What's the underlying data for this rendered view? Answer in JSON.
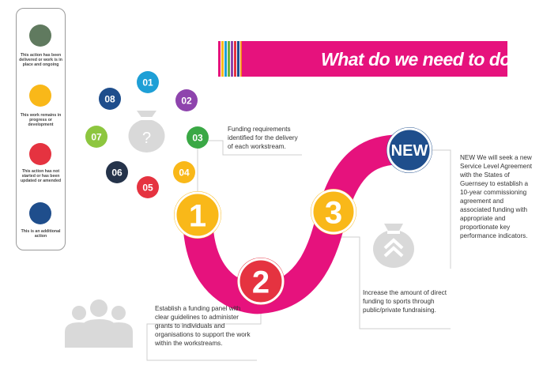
{
  "colors": {
    "pink": "#e6127d",
    "yellow": "#f9b819",
    "green": "#5a7a5a",
    "red": "#e53340",
    "blue": "#1f4e8c",
    "gray": "#d9d9d9"
  },
  "legend": [
    {
      "color": "#607a5f",
      "text": "This action has been delivered or work is in place and ongoing"
    },
    {
      "color": "#f9b819",
      "text": "This work remains in progress or development"
    },
    {
      "color": "#e53340",
      "text": "This action has not started or has been updated or amended"
    },
    {
      "color": "#1f4e8c",
      "text": "This is an additional action"
    }
  ],
  "header": {
    "title": "What do we need to do?",
    "stripes": [
      "#e6127d",
      "#f9b819",
      "#1e9fd6",
      "#6cb33f",
      "#8e44ad",
      "#e53340",
      "#1f4e8c",
      "#f28c1b"
    ]
  },
  "workstreams": [
    {
      "label": "01",
      "color": "#1e9fd6"
    },
    {
      "label": "02",
      "color": "#8e44ad"
    },
    {
      "label": "03",
      "color": "#3aa845"
    },
    {
      "label": "04",
      "color": "#f9b819"
    },
    {
      "label": "05",
      "color": "#e53340"
    },
    {
      "label": "06",
      "color": "#25334a"
    },
    {
      "label": "07",
      "color": "#8dc63f"
    },
    {
      "label": "08",
      "color": "#1f4e8c"
    }
  ],
  "bag_symbol": "?",
  "steps": [
    {
      "label": "1",
      "color": "#f9b819",
      "text": "Funding requirements identified for the delivery of each workstream."
    },
    {
      "label": "2",
      "color": "#e53340",
      "text": "Establish a funding panel with clear guidelines to administer grants to individuals and organisations to support the work within the workstreams."
    },
    {
      "label": "3",
      "color": "#f9b819",
      "text": "Increase the amount of direct funding to sports through public/private fundraising."
    },
    {
      "label": "NEW",
      "color": "#1f4e8c",
      "text": "NEW We will seek a new Service Level Agreement with the States of Guernsey to establish a 10-year commissioning agreement and associated funding with appropriate and proportionate key performance indicators."
    }
  ]
}
